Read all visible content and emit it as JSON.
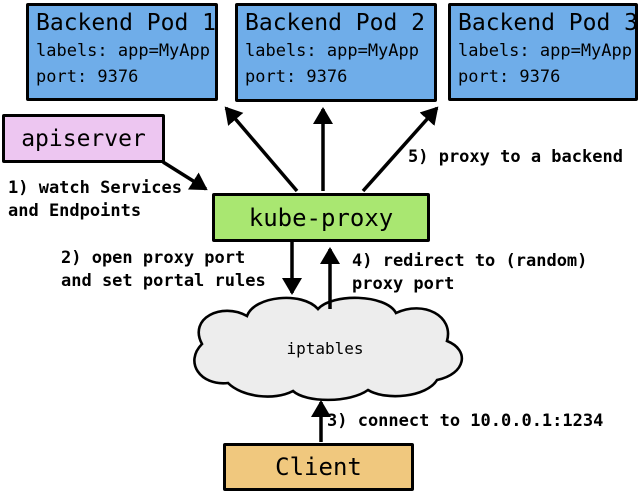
{
  "colors": {
    "pod_fill": "#6FADE9",
    "apiserver_fill": "#EDC6F1",
    "kube_proxy_fill": "#A9E771",
    "cloud_fill": "#EDEDED",
    "client_fill": "#F0C87E",
    "line": "#000000"
  },
  "pods": [
    {
      "title": "Backend Pod 1",
      "labels": "labels: app=MyApp",
      "port": "port: 9376"
    },
    {
      "title": "Backend Pod 2",
      "labels": "labels: app=MyApp",
      "port": "port: 9376"
    },
    {
      "title": "Backend Pod 3",
      "labels": "labels: app=MyApp",
      "port": "port: 9376"
    }
  ],
  "nodes": {
    "apiserver": "apiserver",
    "kube_proxy": "kube-proxy",
    "iptables": "iptables",
    "client": "Client"
  },
  "annotations": {
    "step1": "1) watch Services\nand Endpoints",
    "step2": "2) open proxy port\nand set portal rules",
    "step3": "3) connect to 10.0.0.1:1234",
    "step4": "4) redirect to (random)\nproxy port",
    "step5": "5) proxy to a backend"
  }
}
